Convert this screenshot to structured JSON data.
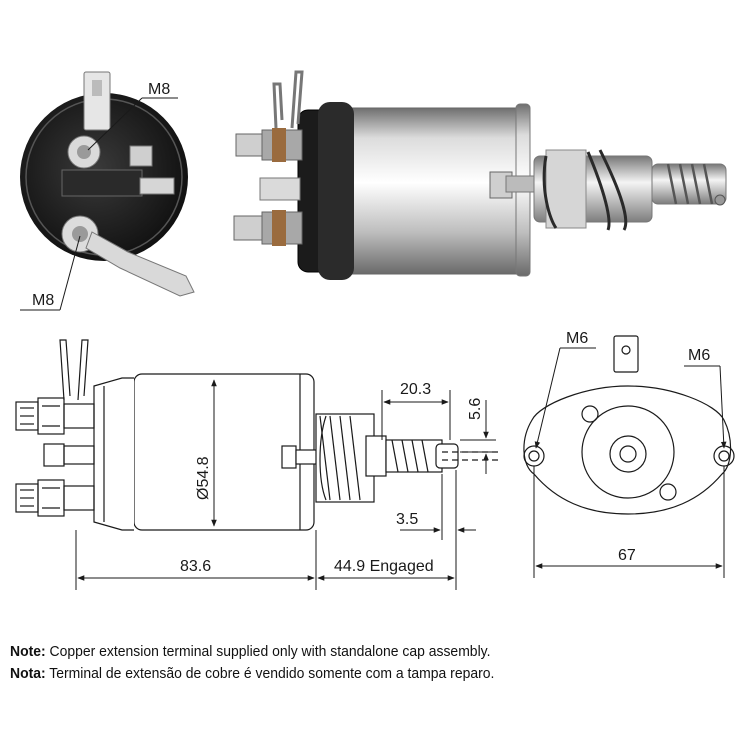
{
  "photos": {
    "end_view_labels": {
      "top": "M8",
      "bottom": "M8"
    }
  },
  "dimensions": {
    "body_length": "83.6",
    "body_diameter": "Ø54.8",
    "plunger_travel": "44.9 Engaged",
    "spring_length": "20.3",
    "hole_diameter": "5.6",
    "hole_offset": "3.5",
    "flange_width": "67",
    "flange_thread_left": "M6",
    "flange_thread_right": "M6"
  },
  "notes": [
    {
      "label": "Note:",
      "text": " Copper extension terminal supplied only with standalone cap assembly."
    },
    {
      "label": "Nota:",
      "text": " Terminal de extensão de cobre é vendido somente com a tampa reparo."
    }
  ],
  "colors": {
    "line": "#1a1a1a",
    "metal_light": "#e9e9e9",
    "metal_dark": "#8a8a8a",
    "cap_black": "#1e1e1e"
  }
}
